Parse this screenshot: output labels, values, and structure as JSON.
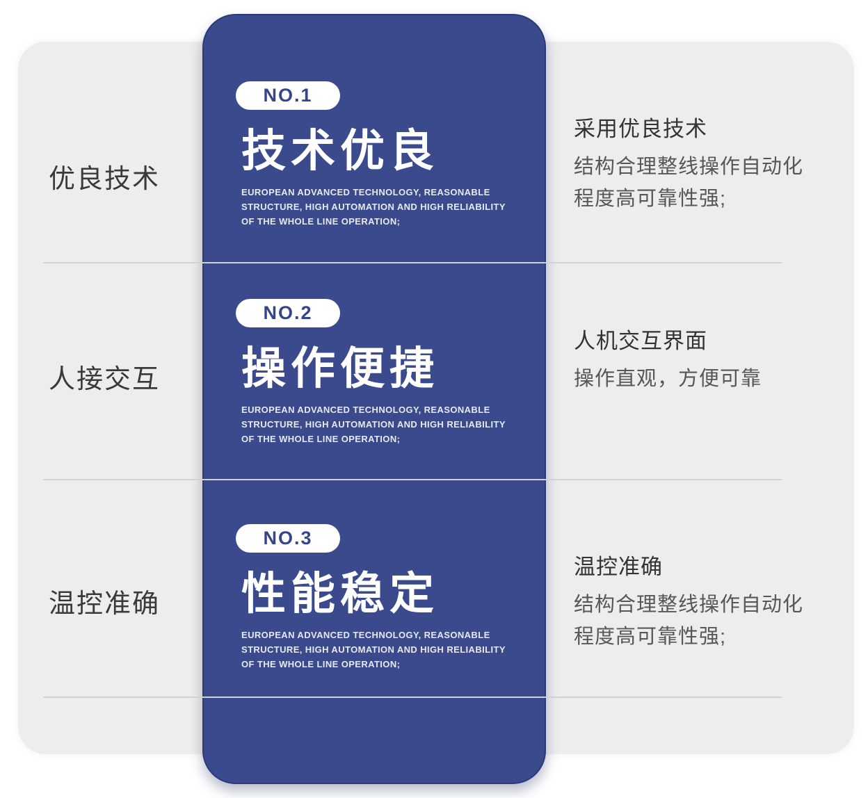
{
  "colors": {
    "page_bg": "#ffffff",
    "panel_bg": "#ededed",
    "card_bg": "#3a4a8d",
    "card_border": "#2c3a78",
    "divider": "#d2d2d2",
    "badge_text": "#36458a",
    "card_text": "#ffffff",
    "left_label_text": "#3a3a3a",
    "right_title_text": "#333333",
    "right_body_text": "#575757"
  },
  "sections": [
    {
      "left_label": "优良技术",
      "badge": "NO.1",
      "title": "技术优良",
      "subtitle_en": "EUROPEAN ADVANCED TECHNOLOGY, REASONABLE\nSTRUCTURE, HIGH AUTOMATION AND HIGH RELIABILITY\nOF THE WHOLE LINE OPERATION;",
      "right_title": "采用优良技术",
      "right_body": [
        "结构合理整线操作自动化",
        "程度高可靠性强;"
      ]
    },
    {
      "left_label": "人接交互",
      "badge": "NO.2",
      "title": "操作便捷",
      "subtitle_en": "EUROPEAN ADVANCED TECHNOLOGY, REASONABLE\nSTRUCTURE, HIGH AUTOMATION AND HIGH RELIABILITY\nOF THE WHOLE LINE OPERATION;",
      "right_title": "人机交互界面",
      "right_body": [
        "操作直观，方便可靠"
      ]
    },
    {
      "left_label": "温控准确",
      "badge": "NO.3",
      "title": "性能稳定",
      "subtitle_en": "EUROPEAN ADVANCED TECHNOLOGY, REASONABLE\nSTRUCTURE, HIGH AUTOMATION AND HIGH RELIABILITY\nOF THE WHOLE LINE OPERATION;",
      "right_title": "温控准确",
      "right_body": [
        "结构合理整线操作自动化",
        "程度高可靠性强;"
      ]
    }
  ]
}
